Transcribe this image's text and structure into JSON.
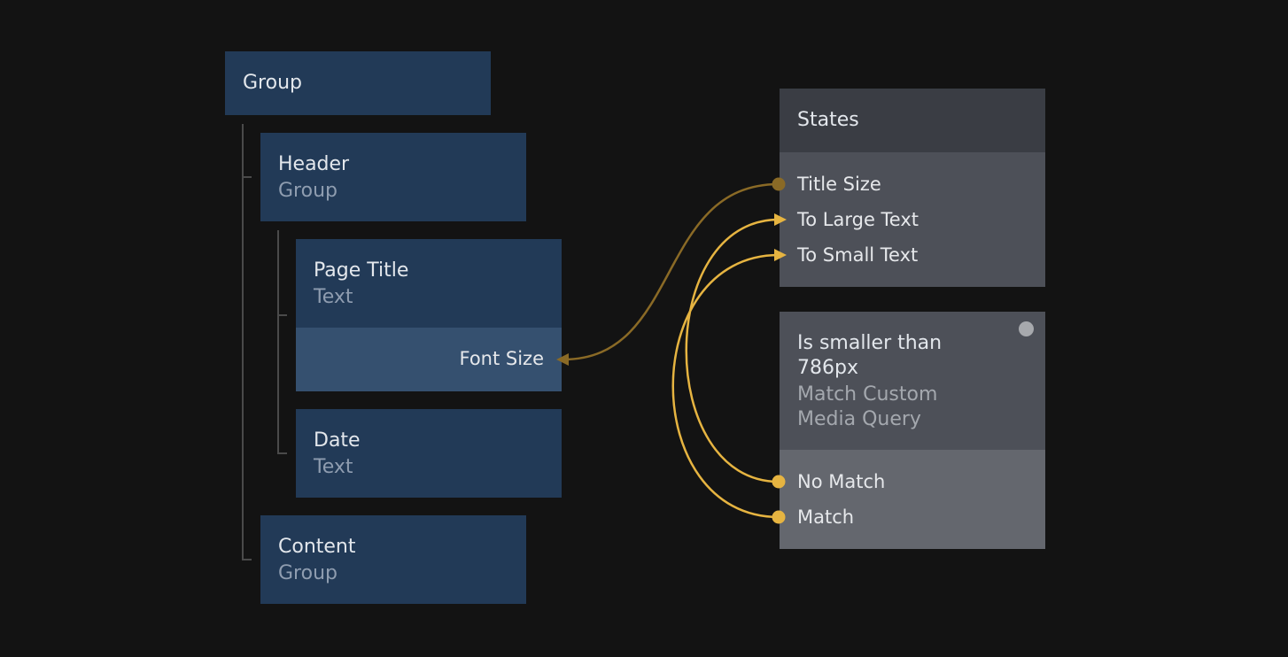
{
  "nodes": {
    "group": {
      "title": "Group"
    },
    "header": {
      "title": "Header",
      "type": "Group"
    },
    "page_title": {
      "title": "Page Title",
      "type": "Text",
      "port": "Font Size"
    },
    "date": {
      "title": "Date",
      "type": "Text"
    },
    "content": {
      "title": "Content",
      "type": "Group"
    },
    "states": {
      "title": "States",
      "ports": [
        "Title Size",
        "To Large Text",
        "To Small Text"
      ]
    },
    "media_query": {
      "title_line1": "Is smaller than",
      "title_line2": "786px",
      "type_line1": "Match Custom",
      "type_line2": "Media Query",
      "ports": [
        "No Match",
        "Match"
      ]
    }
  },
  "colors": {
    "wire_dim": "#8a6a26",
    "wire_bright": "#e6b441",
    "node_blue": "#223a57",
    "node_gray": "#4d5058"
  }
}
